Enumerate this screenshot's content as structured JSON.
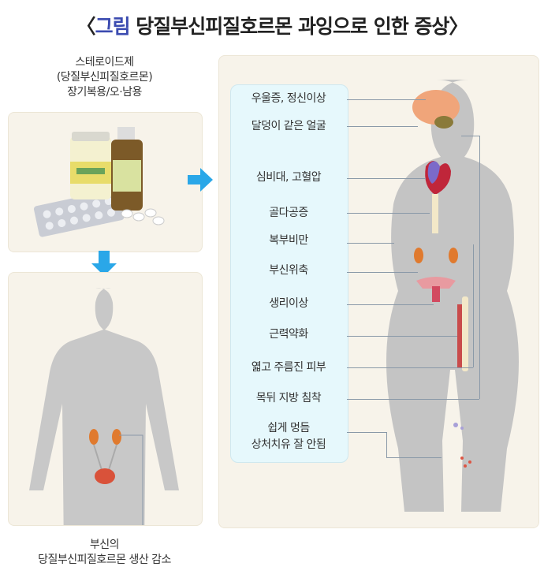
{
  "title": {
    "prefix": "〈",
    "highlight": "그림",
    "text": " 당질부신피질호르몬 과잉으로 인한 증상",
    "suffix": "〉"
  },
  "drug_caption": [
    "스테로이드제",
    "(당질부신피질호르몬)",
    "장기복용/오·남용"
  ],
  "adrenal_caption": [
    "부신의",
    "당질부신피질호르몬 생산 감소"
  ],
  "symptoms": [
    "우울증, 정신이상",
    "달덩이 같은 얼굴",
    "심비대, 고혈압",
    "골다공증",
    "복부비만",
    "부신위축",
    "생리이상",
    "근력약화",
    "엷고 주름진 피부",
    "목뒤 지방 침착",
    "쉽게 멍듬",
    "상처치유 잘 안됨"
  ],
  "colors": {
    "accent": "#3b4bb0",
    "arrow": "#2aa7e8",
    "panel": "#f7f3ea",
    "label_box": "#e6f8fc"
  }
}
